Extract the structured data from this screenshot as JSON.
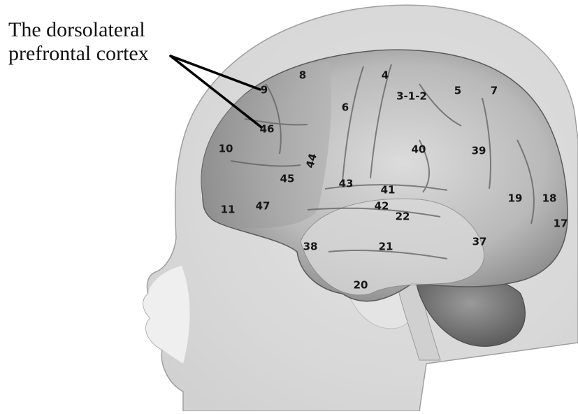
{
  "caption": {
    "line1": "The dorsolateral",
    "line2": "prefrontal cortex"
  },
  "brodmann_areas": [
    {
      "id": "9"
    },
    {
      "id": "8"
    },
    {
      "id": "4"
    },
    {
      "id": "3-1-2"
    },
    {
      "id": "5"
    },
    {
      "id": "7"
    },
    {
      "id": "6"
    },
    {
      "id": "46"
    },
    {
      "id": "10"
    },
    {
      "id": "44"
    },
    {
      "id": "40"
    },
    {
      "id": "39"
    },
    {
      "id": "45"
    },
    {
      "id": "43"
    },
    {
      "id": "41"
    },
    {
      "id": "42"
    },
    {
      "id": "19"
    },
    {
      "id": "18"
    },
    {
      "id": "11"
    },
    {
      "id": "47"
    },
    {
      "id": "22"
    },
    {
      "id": "17"
    },
    {
      "id": "38"
    },
    {
      "id": "21"
    },
    {
      "id": "37"
    },
    {
      "id": "20"
    }
  ]
}
